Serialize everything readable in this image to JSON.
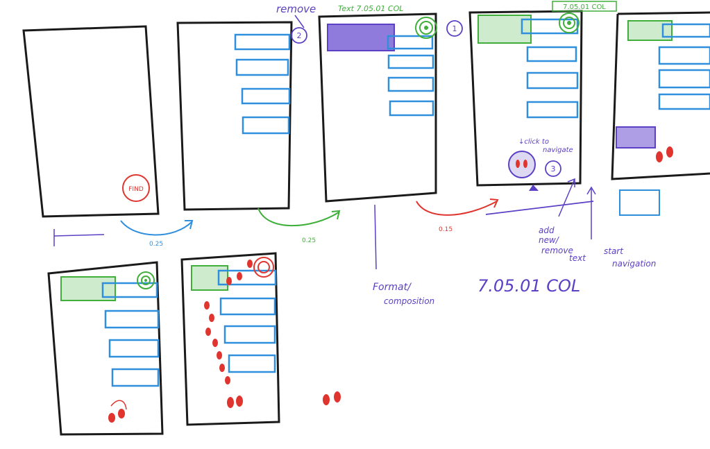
{
  "colors": {
    "ink": "#1a1a1a",
    "blue": "#2f8fdc",
    "green": "#3fae3a",
    "red": "#e0352f",
    "purple": "#5b3fc4"
  },
  "find_button": "FIND",
  "transitions": {
    "t1": "0.25",
    "t2": "0.25",
    "t3": "0.15"
  },
  "labels": {
    "remove": "remove",
    "text_code_top": "Text 7.05.01 COL",
    "step1": "1",
    "step2": "2",
    "step3": "3",
    "code_tag": "7.05.01 COL",
    "click_to_navigate_1": "↓click to",
    "click_to_navigate_2": "navigate",
    "format_1": "Format/",
    "format_2": "composition",
    "code_big": "7.05.01 COL",
    "add_1": "add",
    "add_2": "new/",
    "add_3": "remove",
    "add_4": "text",
    "start_1": "start",
    "start_2": "navigation"
  },
  "icons": {
    "target": "target-icon",
    "footprints": "footprints-icon",
    "arrow": "arrow-icon"
  }
}
